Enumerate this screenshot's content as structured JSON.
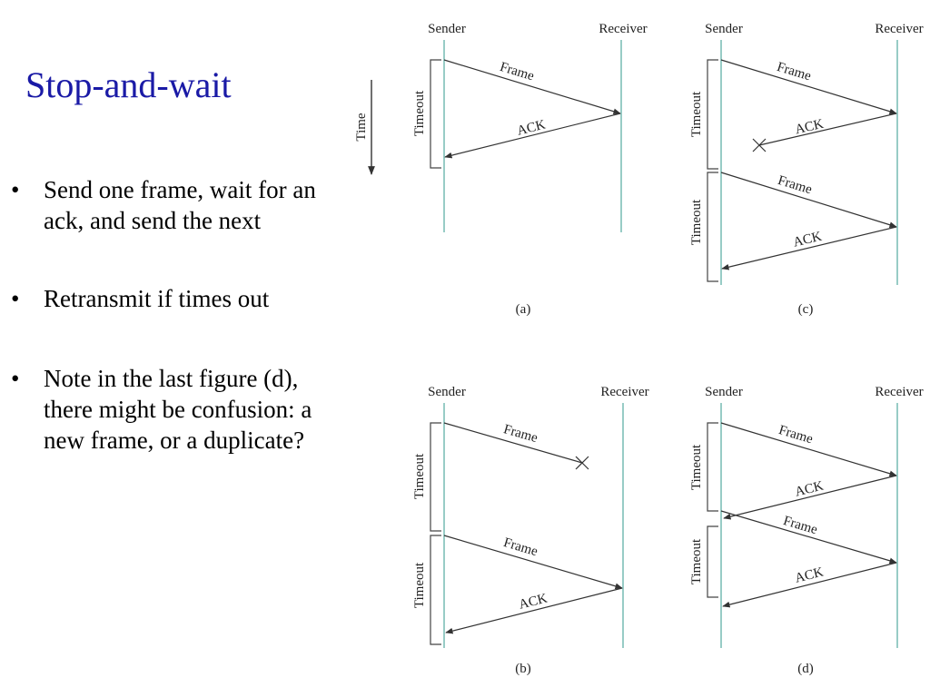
{
  "slide": {
    "title": "Stop-and-wait",
    "bullets": [
      "Send one frame, wait for an ack, and send the next",
      "Retransmit if times out",
      "Note in the last figure (d), there might be confusion: a new frame, or a duplicate?"
    ]
  },
  "diagram": {
    "time_label": "Time",
    "sender_label": "Sender",
    "receiver_label": "Receiver",
    "frame_label": "Frame",
    "ack_label": "ACK",
    "timeout_label": "Timeout",
    "panels": [
      {
        "id": "a",
        "caption": "(a)"
      },
      {
        "id": "b",
        "caption": "(b)"
      },
      {
        "id": "c",
        "caption": "(c)"
      },
      {
        "id": "d",
        "caption": "(d)"
      }
    ],
    "colors": {
      "timeline": "#7fbfb8",
      "ink": "#333333"
    }
  }
}
